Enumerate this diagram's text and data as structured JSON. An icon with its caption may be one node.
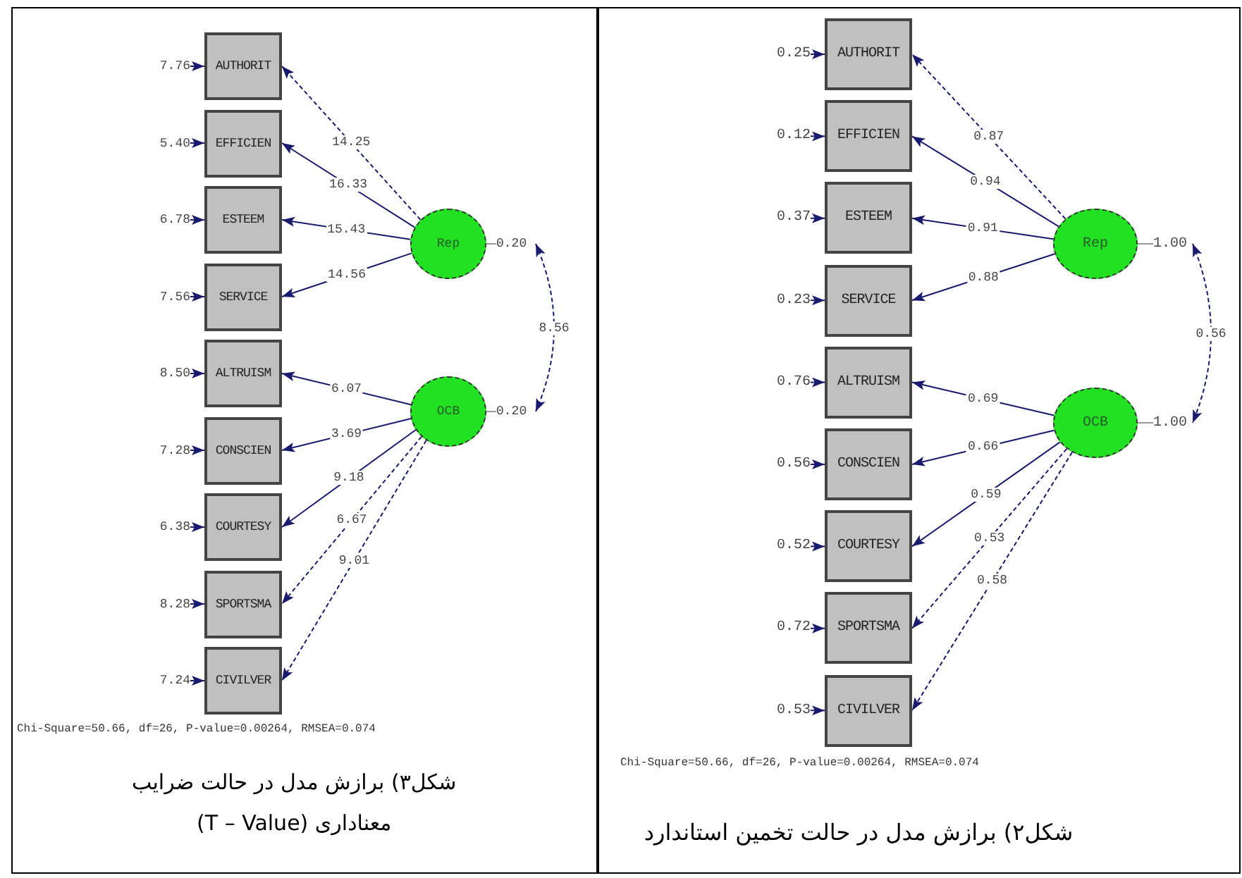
{
  "diagram": {
    "nodes": [
      {
        "text": [
          "شکل۳) برازش مدل در حالت ضرایب معناداری (T – Value)"
        ]
      },
      {
        "text": [
          "AUTHORIT"
        ],
        "in": 0
      },
      {
        "text": [
          "EFFICIEN"
        ],
        "in": 0
      },
      {
        "text": [
          "ESTEEM"
        ],
        "in": 0
      },
      {
        "text": [
          "SERVICE"
        ],
        "in": 0
      },
      {
        "text": [
          "ALTRUISM"
        ],
        "in": 0
      },
      {
        "text": [
          "CONSCIEN"
        ],
        "in": 0
      },
      {
        "text": [
          "COURTESY"
        ],
        "in": 0
      },
      {
        "text": [
          "SPORTSMA"
        ],
        "in": 0
      },
      {
        "text": [
          "CIVILVER"
        ],
        "in": 0
      },
      {
        "text": [
          "Rep"
        ],
        "in": 0
      },
      {
        "text": [
          "OCB"
        ],
        "in": 0
      },
      {
        "text": [
          "7.76"
        ],
        "in": 0
      },
      {
        "text": [
          "5.40"
        ],
        "in": 0
      },
      {
        "text": [
          "6.78"
        ],
        "in": 0
      },
      {
        "text": [
          "7.56"
        ],
        "in": 0
      },
      {
        "text": [
          "8.50"
        ],
        "in": 0
      },
      {
        "text": [
          "7.28"
        ],
        "in": 0
      },
      {
        "text": [
          "6.38"
        ],
        "in": 0
      },
      {
        "text": [
          "8.28"
        ],
        "in": 0
      },
      {
        "text": [
          "7.24"
        ],
        "in": 0
      },
      {
        "text": [
          "0.20"
        ],
        "in": 0
      },
      {
        "text": [
          "0.20"
        ],
        "in": 0
      },
      {
        "text": [
          "شکل۲) برازش مدل در حالت تخمین استاندارد"
        ]
      },
      {
        "text": [
          "AUTHORIT"
        ],
        "in": 23
      },
      {
        "text": [
          "EFFICIEN"
        ],
        "in": 23
      },
      {
        "text": [
          "ESTEEM"
        ],
        "in": 23
      },
      {
        "text": [
          "SERVICE"
        ],
        "in": 23
      },
      {
        "text": [
          "ALTRUISM"
        ],
        "in": 23
      },
      {
        "text": [
          "CONSCIEN"
        ],
        "in": 23
      },
      {
        "text": [
          "COURTESY"
        ],
        "in": 23
      },
      {
        "text": [
          "SPORTSMA"
        ],
        "in": 23
      },
      {
        "text": [
          "CIVILVER"
        ],
        "in": 23
      },
      {
        "text": [
          "Rep"
        ],
        "in": 23
      },
      {
        "text": [
          "OCB"
        ],
        "in": 23
      },
      {
        "text": [
          "0.25"
        ],
        "in": 23
      },
      {
        "text": [
          "0.12"
        ],
        "in": 23
      },
      {
        "text": [
          "0.37"
        ],
        "in": 23
      },
      {
        "text": [
          "0.23"
        ],
        "in": 23
      },
      {
        "text": [
          "0.76"
        ],
        "in": 23
      },
      {
        "text": [
          "0.56"
        ],
        "in": 23
      },
      {
        "text": [
          "0.52"
        ],
        "in": 23
      },
      {
        "text": [
          "0.72"
        ],
        "in": 23
      },
      {
        "text": [
          "0.53"
        ],
        "in": 23
      },
      {
        "text": [
          "1.00"
        ],
        "in": 23
      },
      {
        "text": [
          "1.00"
        ],
        "in": 23
      }
    ],
    "edges": [
      {
        "from": 12,
        "to": 1,
        "arrow": "to"
      },
      {
        "from": 13,
        "to": 2,
        "arrow": "to"
      },
      {
        "from": 14,
        "to": 3,
        "arrow": "to"
      },
      {
        "from": 15,
        "to": 4,
        "arrow": "to"
      },
      {
        "from": 16,
        "to": 5,
        "arrow": "to"
      },
      {
        "from": 17,
        "to": 6,
        "arrow": "to"
      },
      {
        "from": 18,
        "to": 7,
        "arrow": "to"
      },
      {
        "from": 19,
        "to": 8,
        "arrow": "to"
      },
      {
        "from": 20,
        "to": 9,
        "arrow": "to"
      },
      {
        "from": 10,
        "to": 1,
        "arrow": "to",
        "label": "14.25",
        "style": "dashed"
      },
      {
        "from": 10,
        "to": 2,
        "arrow": "to",
        "label": "16.33"
      },
      {
        "from": 10,
        "to": 3,
        "arrow": "to",
        "label": "15.43"
      },
      {
        "from": 10,
        "to": 4,
        "arrow": "to",
        "label": "14.56"
      },
      {
        "from": 11,
        "to": 5,
        "arrow": "to",
        "label": "6.07"
      },
      {
        "from": 11,
        "to": 6,
        "arrow": "to",
        "label": "3.69"
      },
      {
        "from": 11,
        "to": 7,
        "arrow": "to",
        "label": "9.18"
      },
      {
        "from": 11,
        "to": 8,
        "arrow": "to",
        "label": "6.67",
        "style": "dashed"
      },
      {
        "from": 11,
        "to": 9,
        "arrow": "to",
        "label": "9.01",
        "style": "dashed"
      },
      {
        "from": 10,
        "to": 21,
        "arrow": "none",
        "color": "#999999"
      },
      {
        "from": 11,
        "to": 22,
        "arrow": "none",
        "color": "#999999"
      },
      {
        "from": 21,
        "to": 22,
        "arrow": "both",
        "label": "8.56",
        "style": "dashed"
      },
      {
        "from": 35,
        "to": 24,
        "arrow": "to"
      },
      {
        "from": 36,
        "to": 25,
        "arrow": "to"
      },
      {
        "from": 37,
        "to": 26,
        "arrow": "to"
      },
      {
        "from": 38,
        "to": 27,
        "arrow": "to"
      },
      {
        "from": 39,
        "to": 28,
        "arrow": "to"
      },
      {
        "from": 40,
        "to": 29,
        "arrow": "to"
      },
      {
        "from": 41,
        "to": 30,
        "arrow": "to"
      },
      {
        "from": 42,
        "to": 31,
        "arrow": "to"
      },
      {
        "from": 43,
        "to": 32,
        "arrow": "to"
      },
      {
        "from": 33,
        "to": 24,
        "arrow": "to",
        "label": "0.87",
        "style": "dashed"
      },
      {
        "from": 33,
        "to": 25,
        "arrow": "to",
        "label": "0.94"
      },
      {
        "from": 33,
        "to": 26,
        "arrow": "to",
        "label": "0.91"
      },
      {
        "from": 33,
        "to": 27,
        "arrow": "to",
        "label": "0.88"
      },
      {
        "from": 34,
        "to": 28,
        "arrow": "to",
        "label": "0.69"
      },
      {
        "from": 34,
        "to": 29,
        "arrow": "to",
        "label": "0.66"
      },
      {
        "from": 34,
        "to": 30,
        "arrow": "to",
        "label": "0.59"
      },
      {
        "from": 34,
        "to": 31,
        "arrow": "to",
        "label": "0.53",
        "style": "dashed"
      },
      {
        "from": 34,
        "to": 32,
        "arrow": "to",
        "label": "0.58",
        "style": "dashed"
      },
      {
        "from": 33,
        "to": 44,
        "arrow": "none",
        "color": "#999999"
      },
      {
        "from": 34,
        "to": 45,
        "arrow": "none",
        "color": "#999999"
      },
      {
        "from": 44,
        "to": 45,
        "arrow": "both",
        "label": "0.56",
        "style": "dashed"
      }
    ],
    "labels": [
      "Chi-Square=50.66, df=26, P-value=0.00264, RMSEA=0.074",
      "Chi-Square=50.66, df=26, P-value=0.00264, RMSEA=0.074"
    ]
  }
}
